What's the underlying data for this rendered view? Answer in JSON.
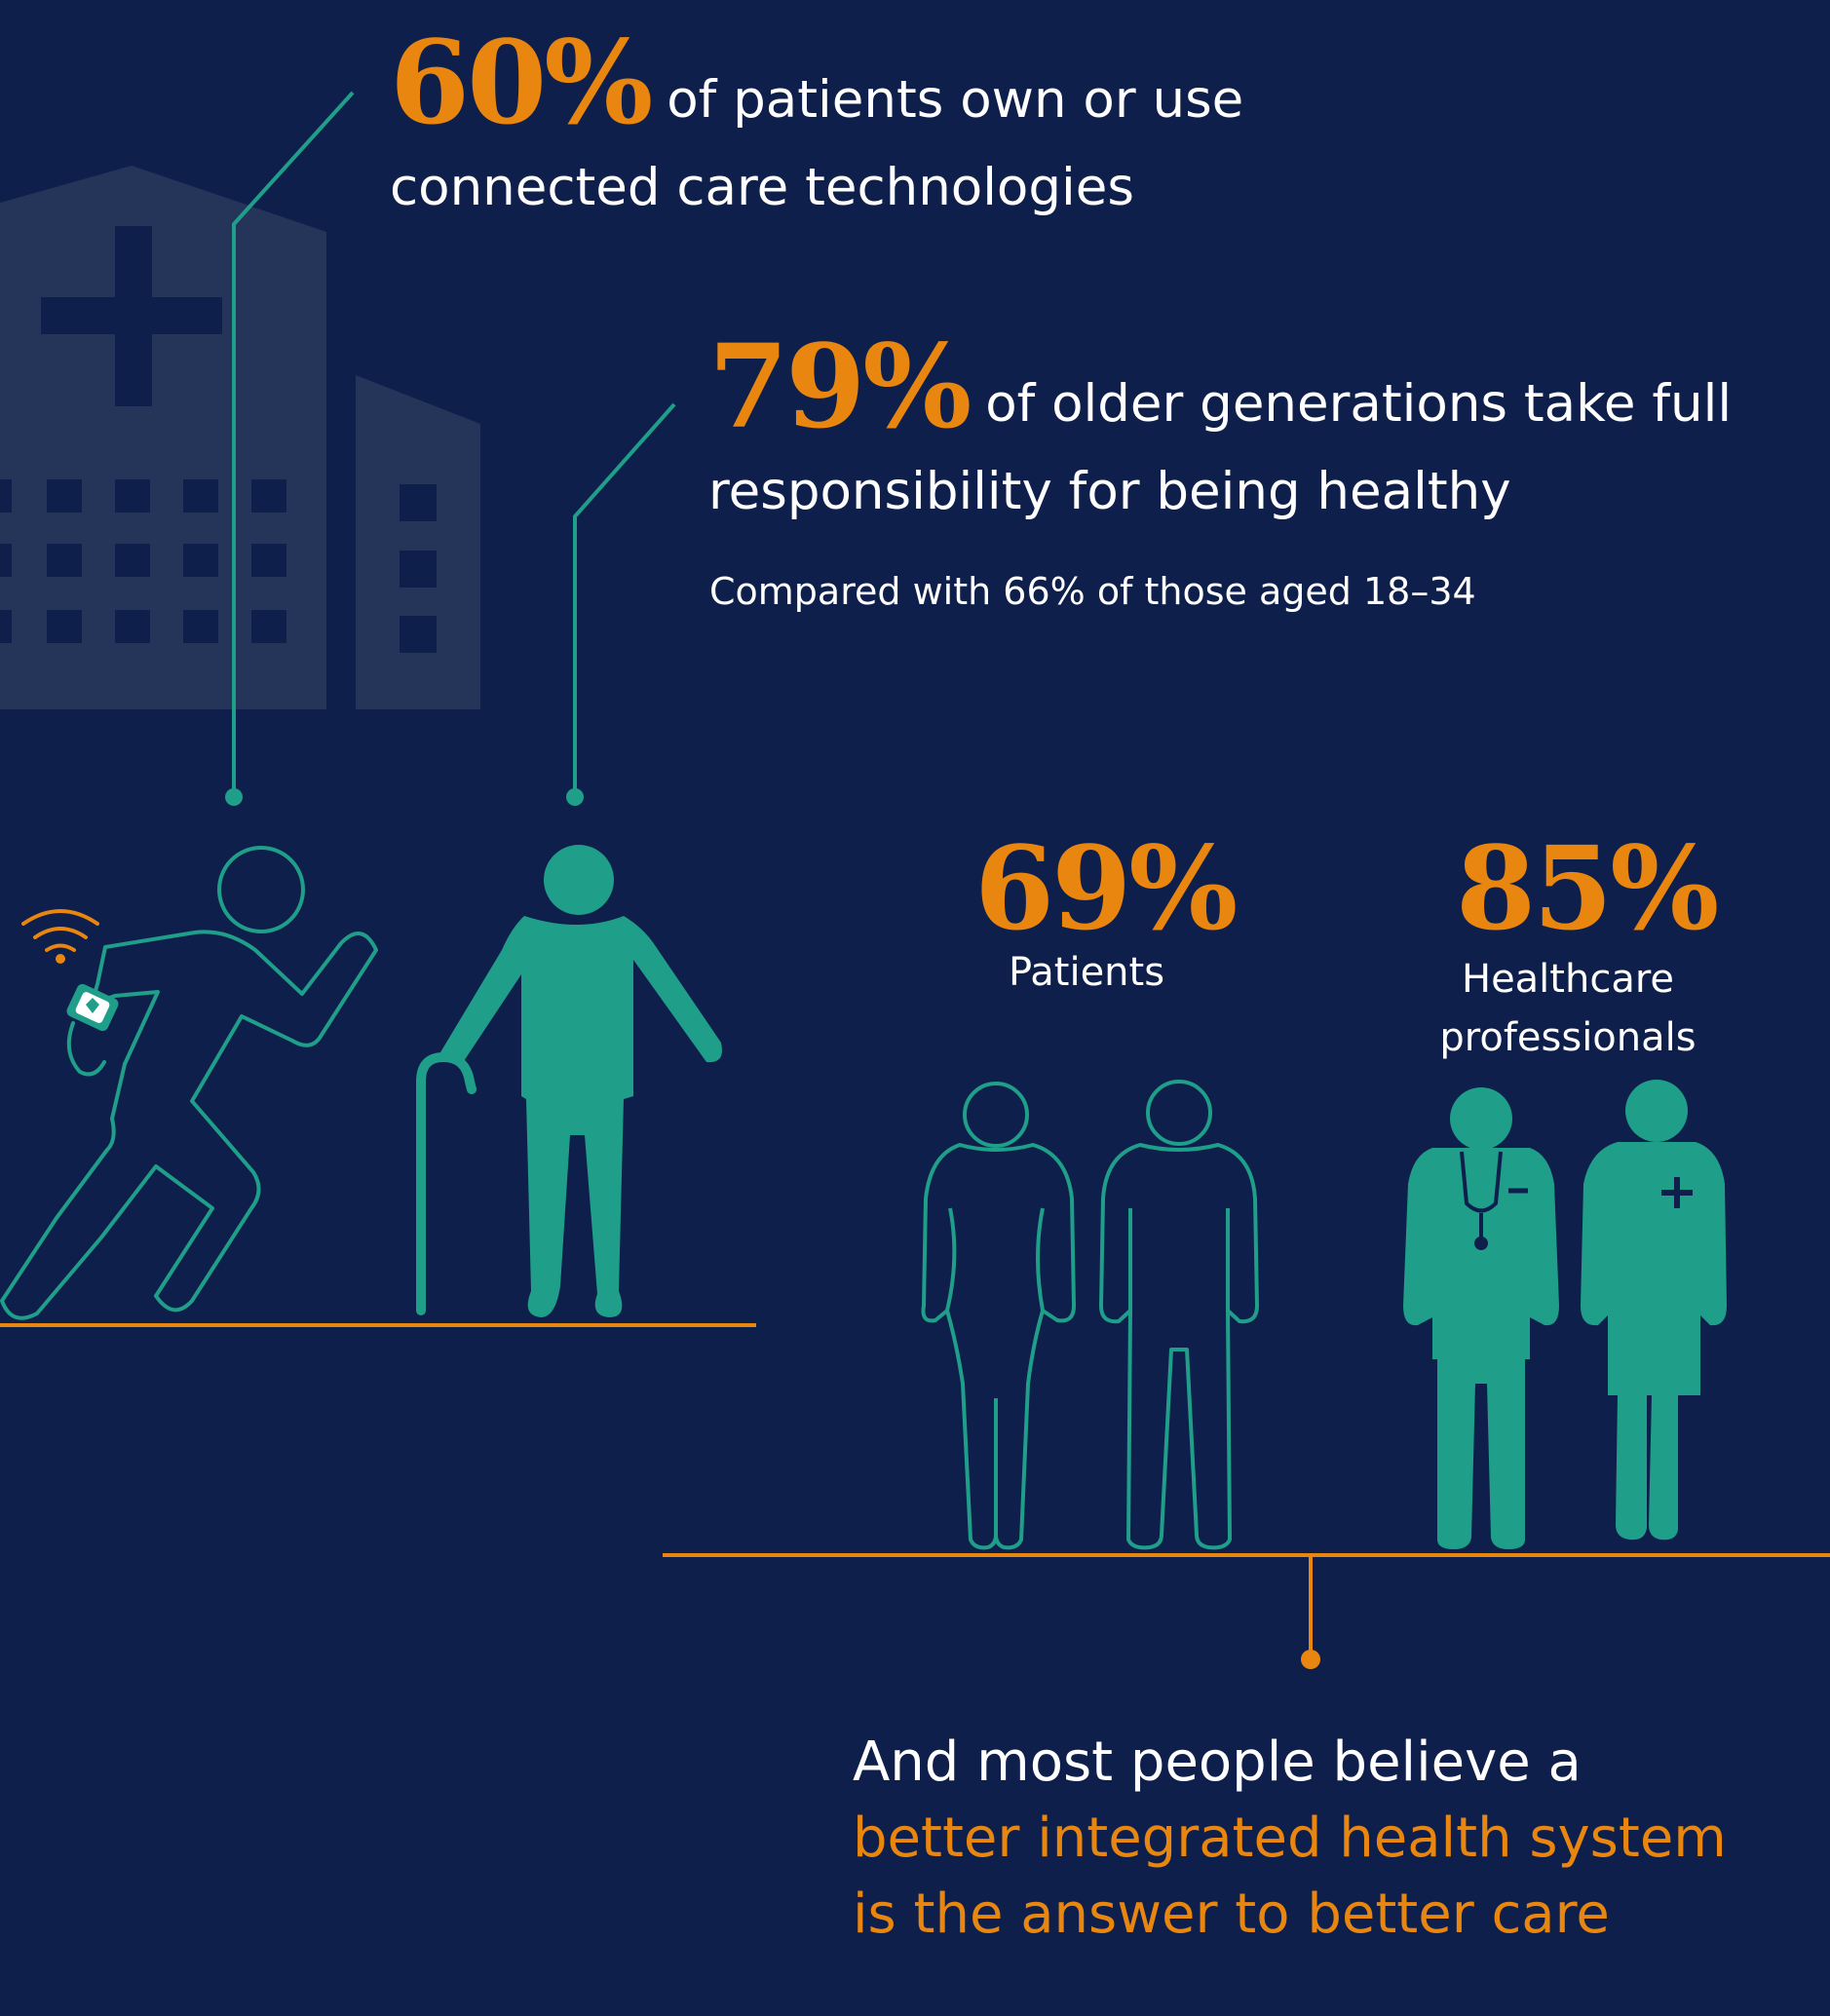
{
  "stat_connected": {
    "value": "60%",
    "text_line1": "of patients own or use",
    "text_line2": "connected care technologies"
  },
  "stat_older": {
    "value": "79%",
    "text_line1": "of older generations take full",
    "text_line2": "responsibility for being healthy",
    "note": "Compared with 66% of those aged 18–34"
  },
  "stat_patients": {
    "value": "69%",
    "label": "Patients"
  },
  "stat_professionals": {
    "value": "85%",
    "label_line1": "Healthcare",
    "label_line2": "professionals"
  },
  "conclusion": {
    "line1": "And most people believe a",
    "line2": "better integrated health system",
    "line3": "is the answer to better care"
  },
  "icons": [
    "hospital-icon",
    "runner-icon",
    "wifi-icon",
    "wearable-tracker-icon",
    "elderly-person-icon",
    "cane-icon",
    "patient-woman-icon",
    "patient-man-icon",
    "doctor-icon",
    "nurse-icon"
  ],
  "colors": {
    "background": "#0f1f4b",
    "accent_orange": "#e8860f",
    "teal": "#1f9e89",
    "hospital": "#253459",
    "text": "#ffffff"
  }
}
